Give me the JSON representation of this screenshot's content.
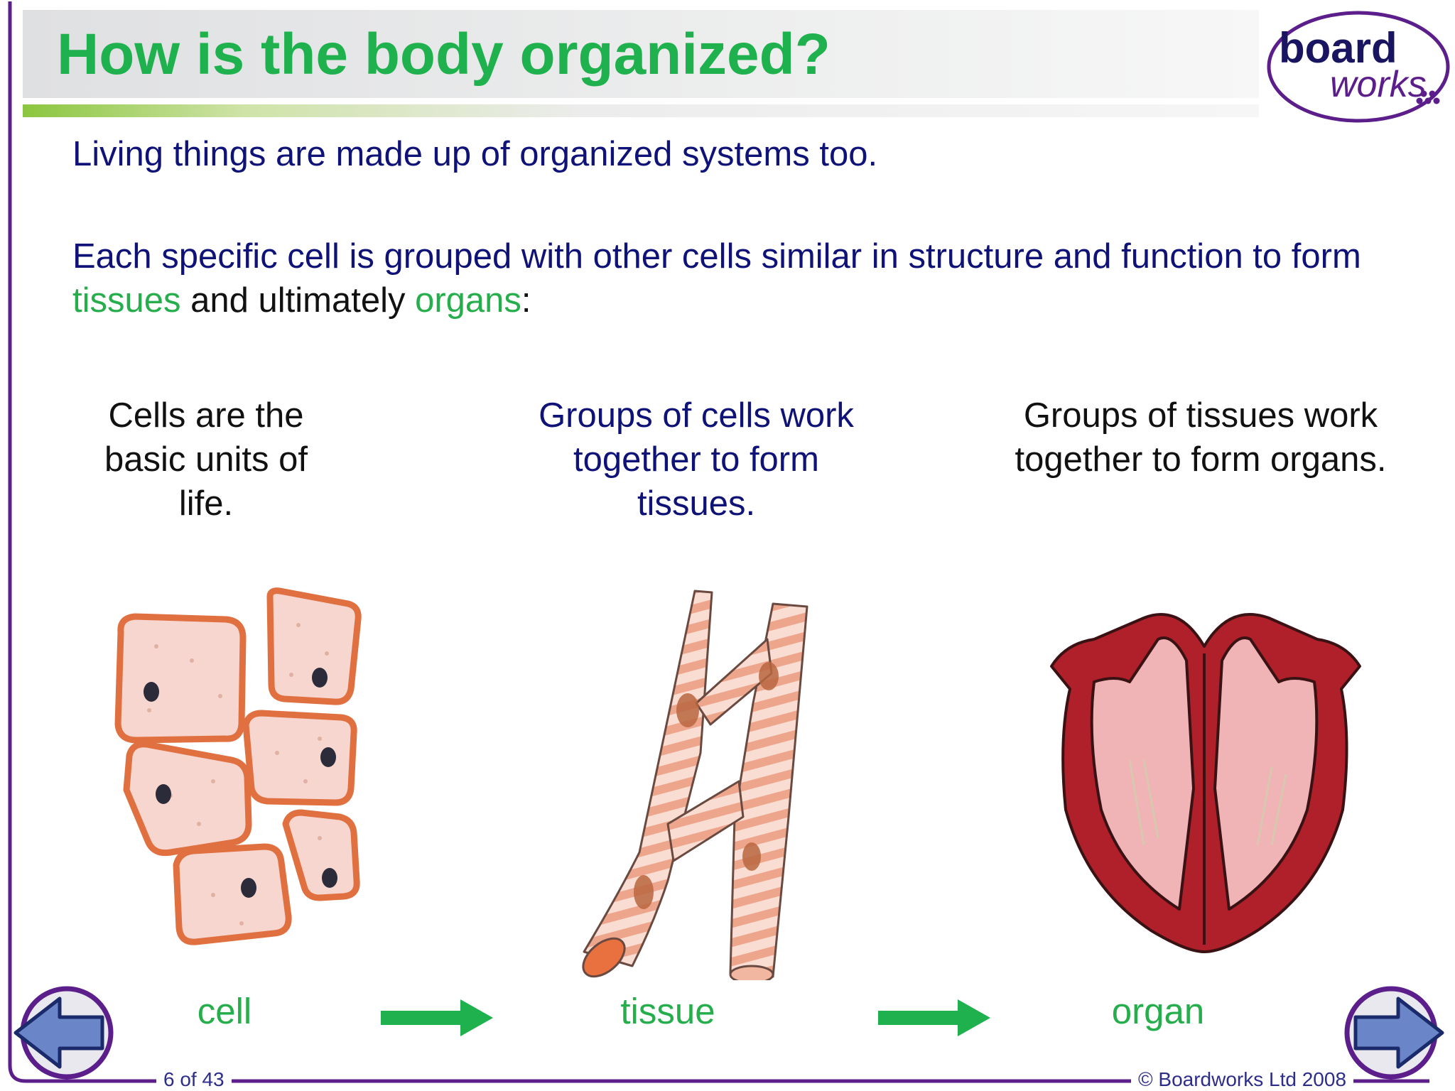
{
  "slide": {
    "title": "How is the body organized?",
    "intro": "Living things are made up of organized systems too.",
    "detail": {
      "part1": "Each specific cell is grouped with other cells similar in structure and function to form ",
      "tissues": "tissues",
      "part2": " and ultimately ",
      "organs": "organs",
      "part3": ":"
    }
  },
  "columns": [
    {
      "description": "Cells are the basic units of life.",
      "label": "cell",
      "icon": "cells-illustration"
    },
    {
      "description": "Groups of cells work together to form tissues.",
      "label": "tissue",
      "icon": "muscle-tissue-illustration"
    },
    {
      "description": "Groups of tissues work together to form organs.",
      "label": "organ",
      "icon": "heart-illustration"
    }
  ],
  "logo": {
    "line1": "board",
    "line2": "works"
  },
  "footer": {
    "page_indicator": "6 of 43",
    "copyright": "© Boardworks Ltd 2008"
  },
  "navigation": {
    "prev_icon": "back-arrow-icon",
    "next_icon": "forward-arrow-icon"
  },
  "colors": {
    "title_green": "#1fb14d",
    "text_navy": "#0f1276",
    "accent_green": "#27ae4c",
    "frame_purple": "#5b1e8a",
    "cell_orange": "#e07040",
    "heart_red": "#b0202a"
  }
}
